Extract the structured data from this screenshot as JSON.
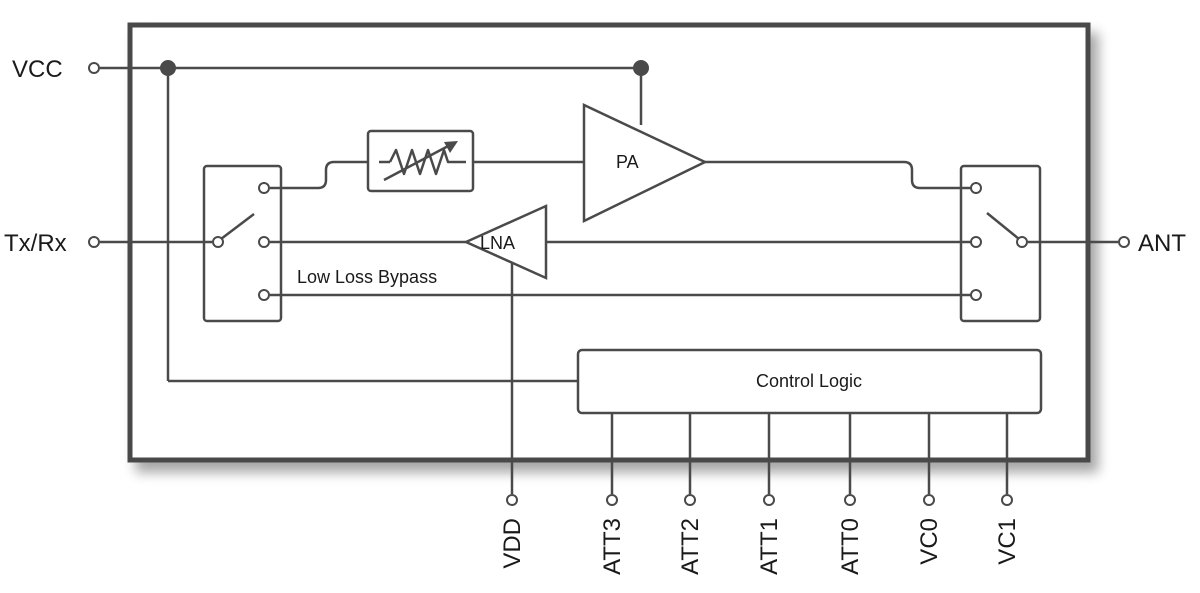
{
  "labels": {
    "vcc": "VCC",
    "txrx": "Tx/Rx",
    "ant": "ANT",
    "pa": "PA",
    "lna": "LNA",
    "bypass": "Low Loss Bypass",
    "control_logic": "Control Logic"
  },
  "pins": [
    "VDD",
    "ATT3",
    "ATT2",
    "ATT1",
    "ATT0",
    "VC0",
    "VC1"
  ],
  "colors": {
    "line": "#4a4a4a",
    "text": "#1a1a1a",
    "shadow": "#d6d6d6"
  }
}
